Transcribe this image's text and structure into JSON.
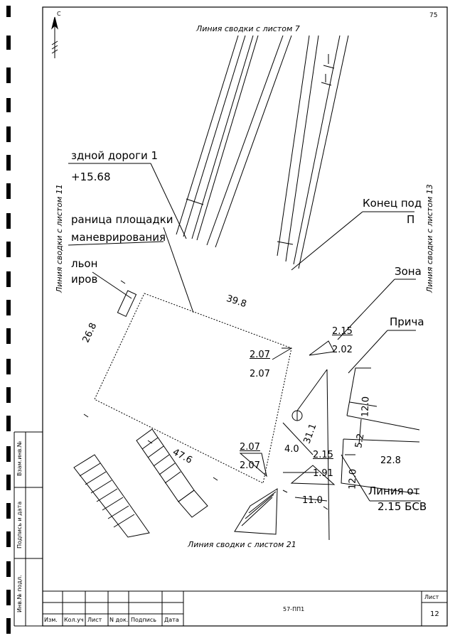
{
  "page": {
    "number_corner": "75",
    "north_symbol": "С"
  },
  "sheet_links": {
    "top": "Линия сводки с листом 7",
    "bottom": "Линия сводки с листом 21",
    "left": "Линия сводки с листом 11",
    "right": "Линия сводки с листом 13"
  },
  "labels": {
    "road_name": "здной дороги 1",
    "road_chainage": "+15.68",
    "site_boundary_1": "раница площадки",
    "site_boundary_2": "маневрирования",
    "canopy_1": "льон",
    "canopy_2": "иров",
    "road_end_1": "Конец под",
    "road_end_2": "П",
    "zone": "Зона",
    "berth": "Прича",
    "line_from_1": "Линия от",
    "line_from_2": "2.15 БСВ"
  },
  "dimensions": {
    "d_39_8": "39.8",
    "d_26_8": "26.8",
    "d_47_6": "47.6",
    "d_31_1": "31.1",
    "d_4_0": "4.0",
    "d_12_0_a": "12.0",
    "d_5_2": "5.2",
    "d_22_8": "22.8",
    "d_12_0_b": "12.0",
    "d_11_0": "11.0"
  },
  "elevations": {
    "e1_top": "2.07",
    "e1_bottom": "2.07",
    "e2_top": "2.15",
    "e2_bottom": "2.02",
    "e3_top": "2.07",
    "e3_bottom": "2.07",
    "e4_top": "2.15",
    "e4_bottom": "1.91"
  },
  "title_block": {
    "side_labels": [
      "Взам.инв.№",
      "Подпись и дата",
      "Инв.№ подл."
    ],
    "col_headers": [
      "Изм.",
      "Кол.уч",
      "Лист",
      "N док.",
      "Подпись",
      "Дата"
    ],
    "doc_code": "57-ПП1",
    "sheet_label": "Лист",
    "sheet_number": "12"
  }
}
